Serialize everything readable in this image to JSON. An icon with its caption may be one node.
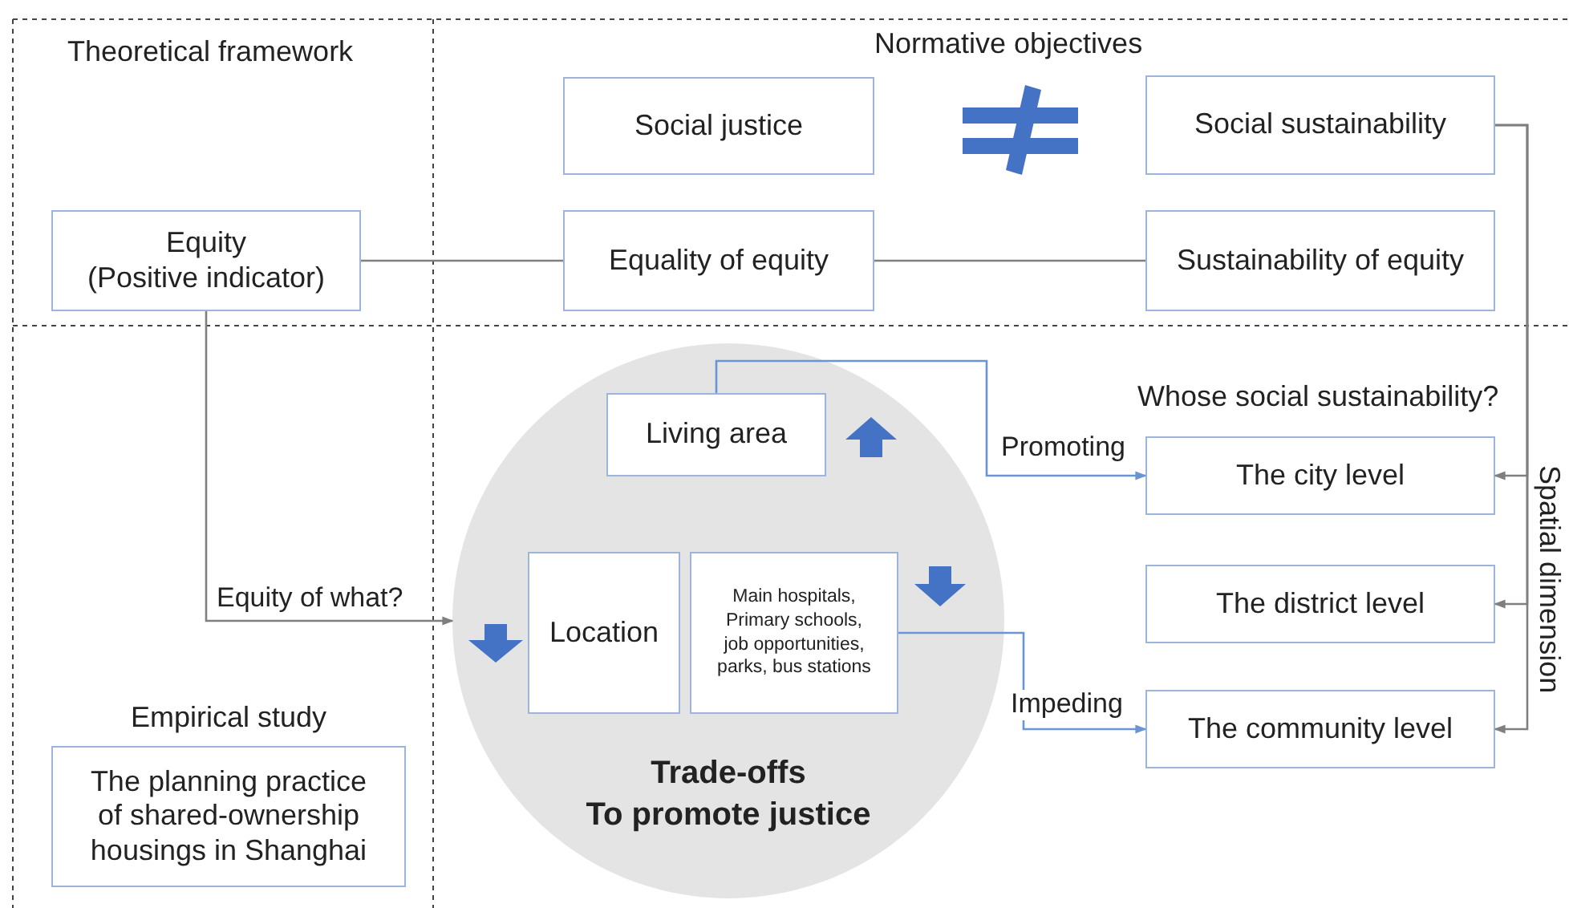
{
  "diagram": {
    "nodes": [
      {
        "text": [
          "Equity",
          "(Positive indicator)"
        ]
      },
      {
        "text": [
          "Social justice"
        ]
      },
      {
        "text": [
          "Social sustainability"
        ]
      },
      {
        "text": [
          "Equality of equity"
        ]
      },
      {
        "text": [
          "Sustainability of equity"
        ]
      },
      {
        "text": [
          "Trade-offs",
          "To promote justice"
        ]
      },
      {
        "text": [
          "Living area"
        ],
        "in": 5
      },
      {
        "text": [
          "Location"
        ],
        "in": 5
      },
      {
        "text": [
          "Main hospitals, Primary schools, job opportunities, parks, bus stations"
        ],
        "in": 5
      },
      {
        "text": [
          "The city level"
        ]
      },
      {
        "text": [
          "The district level"
        ]
      },
      {
        "text": [
          "The community level"
        ]
      },
      {
        "text": [
          "Empirical study",
          "The planning practice of shared-ownership housings in Shanghai"
        ]
      }
    ],
    "edges": [
      {
        "from": 0,
        "to": 3,
        "arrow": "none"
      },
      {
        "from": 3,
        "to": 4,
        "arrow": "none"
      },
      {
        "from": 0,
        "to": 5,
        "arrow": "to",
        "label": "Equity of what?"
      },
      {
        "from": 2,
        "to": 9,
        "arrow": "to"
      },
      {
        "from": 2,
        "to": 10,
        "arrow": "to"
      },
      {
        "from": 2,
        "to": 11,
        "arrow": "to"
      },
      {
        "from": 6,
        "to": 9,
        "arrow": "to",
        "label": "Promoting",
        "color": "#6a95d4"
      },
      {
        "from": 8,
        "to": 11,
        "arrow": "to",
        "label": "Impeding",
        "color": "#6a95d4"
      }
    ],
    "labels": [
      "Theoretical framework",
      "Normative objectives",
      "Whose social sustainability?",
      "Spatial dimension"
    ]
  }
}
